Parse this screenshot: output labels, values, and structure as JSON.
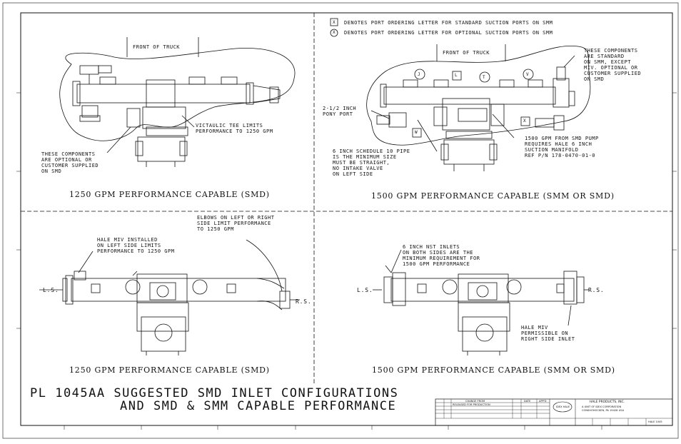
{
  "legend": {
    "standard_symbol": "X",
    "standard_text": "DENOTES PORT ORDERING LETTER FOR STANDARD SUCTION PORTS ON SMM",
    "optional_symbol": "X",
    "optional_text": "DENOTES PORT ORDERING LETTER FOR OPTIONAL SUCTION PORTS ON SMM"
  },
  "panel_tl": {
    "front_label": "FRONT OF TRUCK",
    "note_tee": [
      "VICTAULIC TEE LIMITS",
      "PERFORMANCE TO 1250 GPM"
    ],
    "note_components": [
      "THESE COMPONENTS",
      "ARE OPTIONAL OR",
      "CUSTOMER SUPPLIED",
      "ON SMD"
    ],
    "caption": "1250 GPM PERFORMANCE CAPABLE (SMD)"
  },
  "panel_tr": {
    "front_label": "FRONT OF TRUCK",
    "port_letters": [
      "J",
      "L",
      "T",
      "V",
      "W",
      "X"
    ],
    "note_components": [
      "THESE COMPONENTS",
      "ARE STANDARD",
      "ON SMM, EXCEPT",
      "MIV. OPTIONAL OR",
      "CUSTOMER SUPPLIED",
      "ON SMD"
    ],
    "note_pony": [
      "2-1/2 INCH",
      "PONY PORT"
    ],
    "note_pipe": [
      "6 INCH SCHEDULE 10 PIPE",
      "IS THE MINIMUM SIZE",
      "MUST BE STRAIGHT,",
      "NO INTAKE VALVE",
      "ON LEFT SIDE"
    ],
    "note_manifold": [
      "1500 GPM FROM SMD PUMP",
      "REQUIRES HALE 6 INCH",
      "SUCTION MANIFOLD",
      "REF P/N 178-0470-01-0"
    ],
    "caption": "1500 GPM PERFORMANCE CAPABLE (SMM OR SMD)"
  },
  "panel_bl": {
    "note_elbows": [
      "ELBOWS ON LEFT OR RIGHT",
      "SIDE LIMIT PERFORMANCE",
      "TO 1250 GPM"
    ],
    "note_miv": [
      "HALE MIV INSTALLED",
      "ON LEFT SIDE LIMITS",
      "PERFORMANCE TO 1250 GPM"
    ],
    "left_side": "L.S.",
    "right_side": "R.S.",
    "caption": "1250 GPM PERFORMANCE CAPABLE (SMD)"
  },
  "panel_br": {
    "note_nst": [
      "6 INCH NST INLETS",
      "ON BOTH SIDES ARE THE",
      "MINIMUM REQUIREMENT FOR",
      "1500 GPM PERFORMANCE"
    ],
    "note_miv": [
      "HALE MIV",
      "PERMISSIBLE ON",
      "RIGHT SIDE INLET"
    ],
    "left_side": "L.S.",
    "right_side": "R.S.",
    "caption": "1500 GPM PERFORMANCE CAPABLE (SMM OR SMD)"
  },
  "main_title": {
    "line1": "PL 1045AA SUGGESTED SMD INLET CONFIGURATIONS",
    "line2": "AND SMD & SMM CAPABLE PERFORMANCE"
  },
  "title_block": {
    "rev_header": "CHANGE FROM",
    "rev_entry": "RELEASED FOR PRODUCTION",
    "date_header": "DATE",
    "appd_header": "APP'D",
    "company": "HALE PRODUCTS, INC.",
    "company_line2": "A UNIT OF IDEX CORPORATION",
    "company_line3": "CONSHOHOCKEN, PA 19428 USA",
    "logo_text": "IDEX HALE",
    "sheet_label": "HALE 1045"
  }
}
